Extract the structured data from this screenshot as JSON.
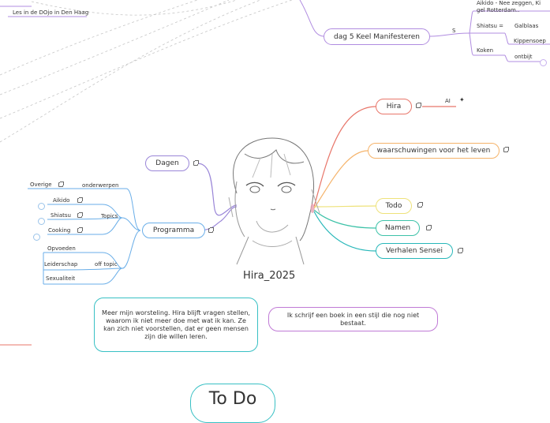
{
  "central": {
    "title": "Hira_2025"
  },
  "top_left": {
    "title": "Les in de DOjo in Den Haag"
  },
  "top_right": {
    "node": "dag 5 Keel Manifesteren",
    "letter": "S",
    "aikido": "Aikido - Nee zeggen, Ki gel Rotterdam..",
    "shiatsu": "Shiatsu =",
    "galblaas": "Galblaas",
    "kippensoep": "Kippensoep",
    "koken": "Koken",
    "ontbijt": "ontbijt"
  },
  "right_branches": [
    {
      "label": "Hira",
      "color": "#e8766a"
    },
    {
      "label": "waarschuwingen voor het leven",
      "color": "#f5b36a"
    },
    {
      "label": "Todo",
      "color": "#eee27a"
    },
    {
      "label": "Namen",
      "color": "#3dc2a8"
    },
    {
      "label": "Verhalen Sensei",
      "color": "#27b7b9"
    }
  ],
  "hira_child": "AI",
  "left": {
    "dagen": "Dagen",
    "programma": "Programma",
    "overige": "Overige",
    "onderwerpen": "onderwerpen",
    "topics": "Topics",
    "aikido": "Aikido",
    "shiatsu": "Shiatsu",
    "cooking": "Cooking",
    "opvoeden": "Opvoeden",
    "offtopic": "off topic",
    "leiderschap": "Leiderschap",
    "sexualiteit": "Sexualiteit"
  },
  "notes": {
    "worsteling": "Meer mijn worsteling. Hira blijft vragen stellen, waarom ik niet meer doe met wat ik kan. Ze kan zich niet voorstellen, dat er geen mensen zijn die willen leren.",
    "boek": "Ik schrijf een boek in een stijl die nog niet bestaat."
  },
  "todo_title": "To Do",
  "colors": {
    "purple": "#b08ce0",
    "blue": "#6aaee8",
    "red": "#e8766a",
    "orange": "#f5b36a",
    "yellow": "#eee27a",
    "teal": "#3dc2a8",
    "cyan": "#27b7b9",
    "note_teal": "#38c0c4",
    "note_purple": "#c07ad6"
  }
}
